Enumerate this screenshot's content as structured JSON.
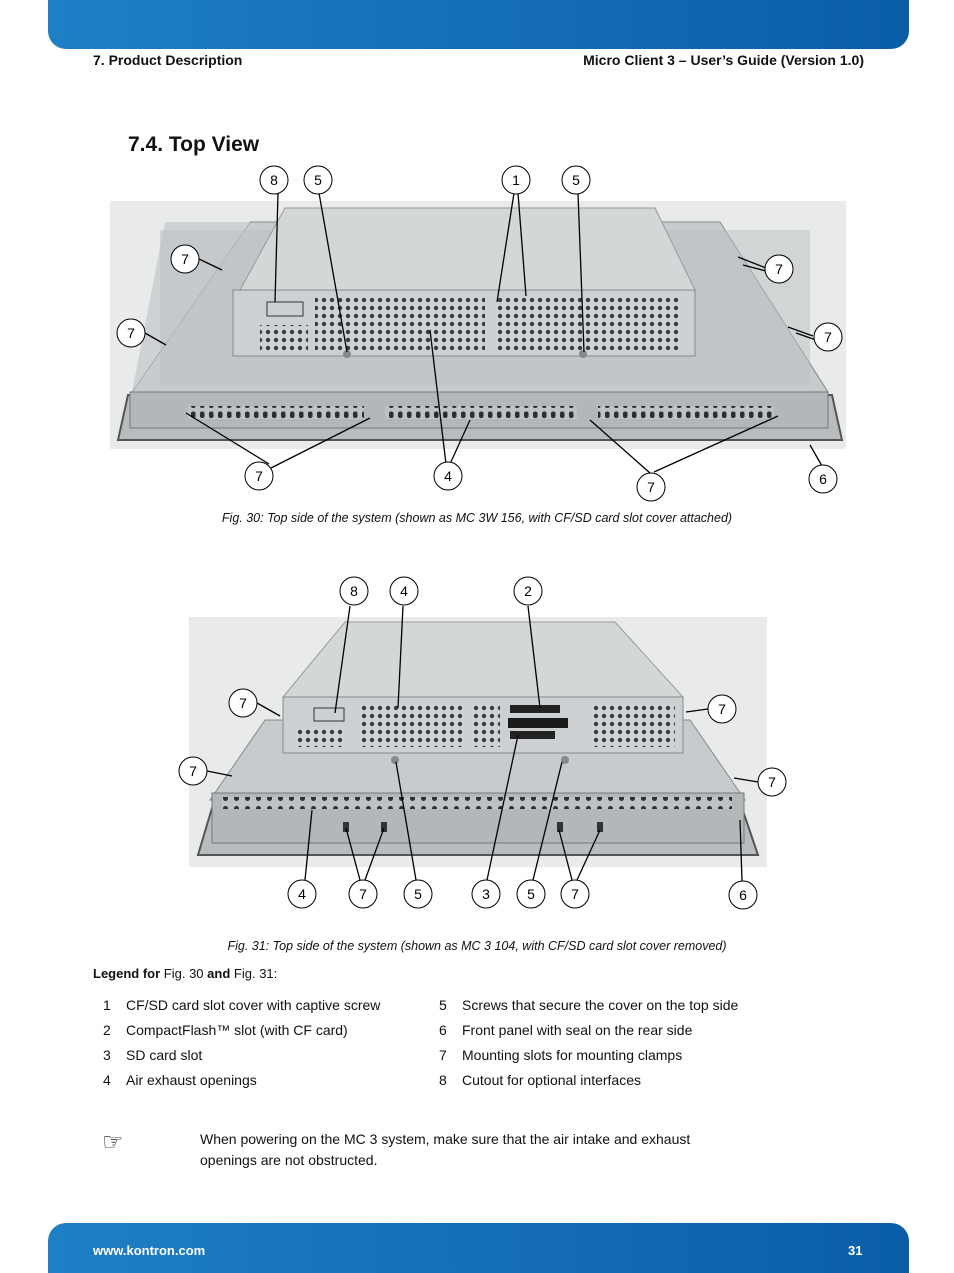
{
  "header": {
    "left": "7. Product Description",
    "right": "Micro Client 3 – User’s Guide (Version 1.0)"
  },
  "section_title": "7.4. Top View",
  "figure1": {
    "caption": "Fig. 30: Top side of the system (shown as MC 3W 156, with CF/SD card slot cover attached)",
    "callouts": [
      "8",
      "5",
      "1",
      "5",
      "7",
      "7",
      "7",
      "7",
      "7",
      "4",
      "7",
      "6"
    ]
  },
  "figure2": {
    "caption": "Fig. 31: Top side of the system (shown as MC 3 104, with CF/SD card slot cover removed)",
    "callouts": [
      "8",
      "4",
      "2",
      "7",
      "7",
      "7",
      "7",
      "4",
      "7",
      "5",
      "3",
      "5",
      "7",
      "6"
    ]
  },
  "legend": {
    "title_bold": "Legend for",
    "fig1": "Fig. 30",
    "and": "and",
    "fig2": "Fig. 31:",
    "items": [
      {
        "num": "1",
        "text": "CF/SD card slot cover with captive screw"
      },
      {
        "num": "2",
        "text": "CompactFlash™ slot (with CF card)"
      },
      {
        "num": "3",
        "text": "SD card slot"
      },
      {
        "num": "4",
        "text": "Air exhaust openings"
      },
      {
        "num": "5",
        "text": "Screws that secure the cover on the top side"
      },
      {
        "num": "6",
        "text": "Front panel with seal on the rear side"
      },
      {
        "num": "7",
        "text": "Mounting slots for mounting clamps"
      },
      {
        "num": "8",
        "text": "Cutout for optional interfaces"
      }
    ]
  },
  "note": {
    "icon": "pointing-hand-icon",
    "glyph": "☞",
    "text": "When powering on the MC 3 system, make sure that the air intake and exhaust openings are not obstructed."
  },
  "footer": {
    "url": "www.kontron.com",
    "page": "31"
  },
  "colors": {
    "brand_blue": "#0a5ea8",
    "brand_blue_light": "#1f7fc4"
  }
}
